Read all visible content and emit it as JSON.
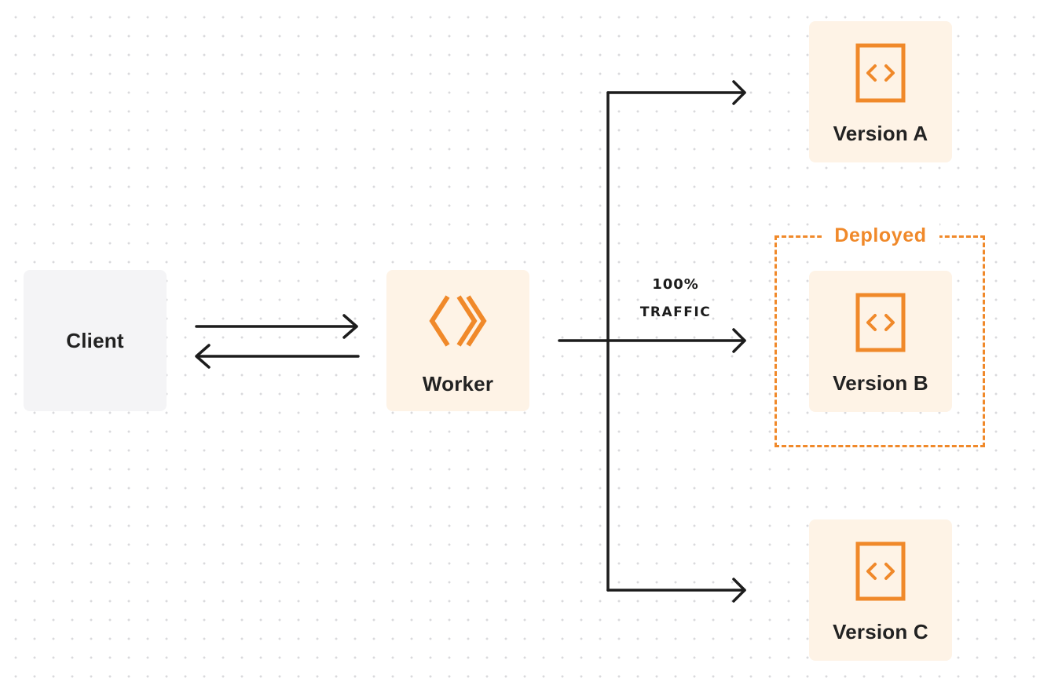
{
  "nodes": {
    "client": {
      "label": "Client"
    },
    "worker": {
      "label": "Worker",
      "icon": "worker-chevron-icon"
    },
    "versions": [
      {
        "label": "Version A",
        "icon": "code-file-icon"
      },
      {
        "label": "Version B",
        "icon": "code-file-icon"
      },
      {
        "label": "Version C",
        "icon": "code-file-icon"
      }
    ]
  },
  "deployed": {
    "label": "Deployed"
  },
  "traffic": {
    "percent": "100%",
    "label": "TRAFFIC"
  },
  "colors": {
    "accent": "#f0892a",
    "node_fill": "#fef3e6",
    "client_fill": "#f4f4f6",
    "line": "#1c1c1c",
    "text": "#222222"
  }
}
